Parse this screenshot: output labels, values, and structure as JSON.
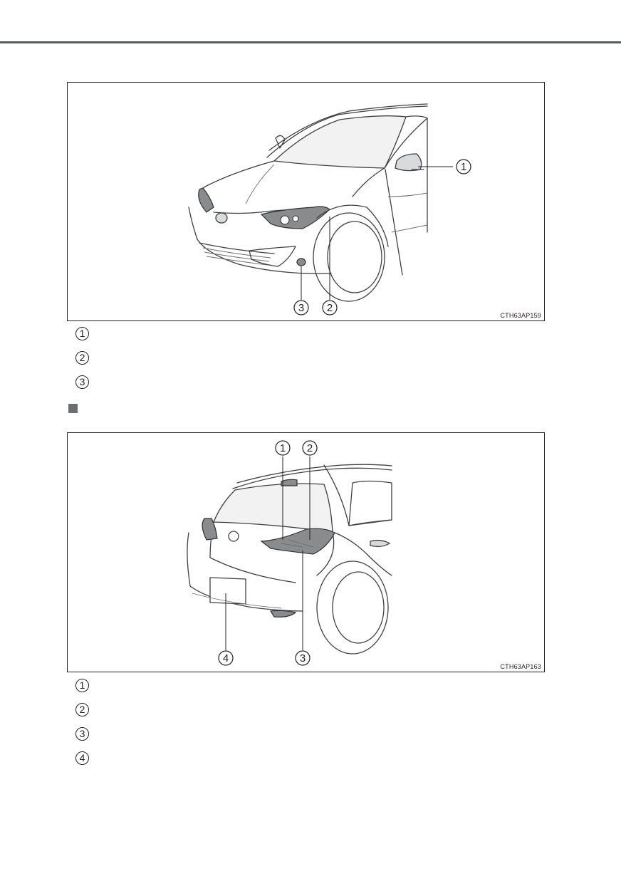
{
  "page": {
    "header_rule": true
  },
  "front_figure": {
    "code": "CTH63AP159",
    "callouts": [
      "1",
      "2",
      "3"
    ],
    "legend": [
      {
        "num": "1",
        "text": ""
      },
      {
        "num": "2",
        "text": ""
      },
      {
        "num": "3",
        "text": ""
      }
    ]
  },
  "section": {
    "title": ""
  },
  "rear_figure": {
    "code": "CTH63AP163",
    "callouts": [
      "1",
      "2",
      "3",
      "4"
    ],
    "legend": [
      {
        "num": "1",
        "text": ""
      },
      {
        "num": "2",
        "text": ""
      },
      {
        "num": "3",
        "text": ""
      },
      {
        "num": "4",
        "text": ""
      }
    ]
  },
  "colors": {
    "rule": "#58595b",
    "line": "#231f20",
    "marker": "#6d6e71"
  }
}
